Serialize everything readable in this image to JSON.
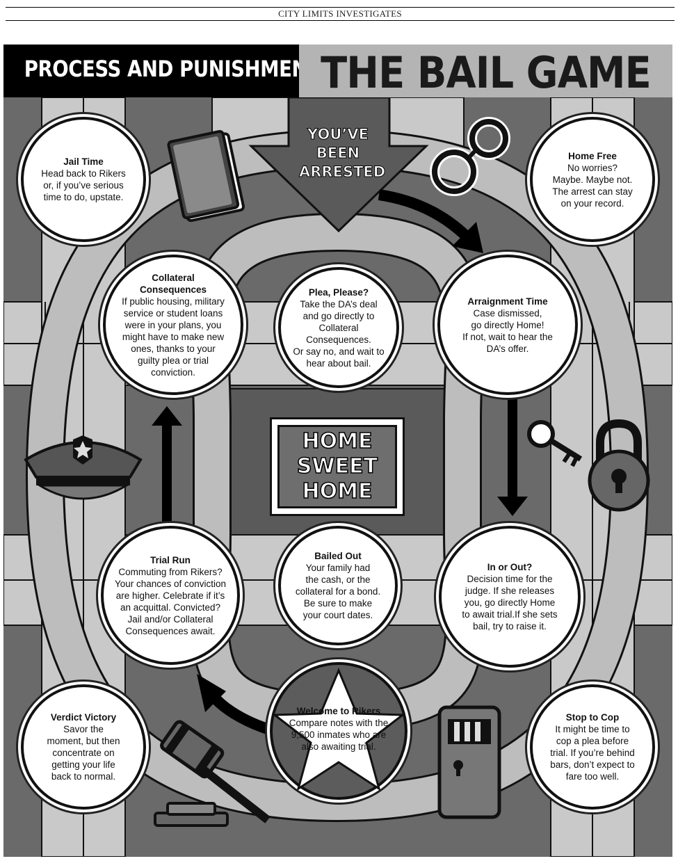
{
  "masthead": "CITY LIMITS INVESTIGATES",
  "header": {
    "section": "PROCESS AND PUNISHMENT",
    "title": "THE BAIL GAME"
  },
  "start_arrow": "YOU’VE\nBEEN\nARRESTED",
  "center_box": "HOME\nSWEET\nHOME",
  "spaces": {
    "jail_time": {
      "title": "Jail Time",
      "body": "Head back to Rikers\nor, if you’ve serious\ntime to do, upstate."
    },
    "home_free": {
      "title": "Home Free",
      "body": "No worries?\nMaybe. Maybe not.\nThe arrest can stay\non your record."
    },
    "collateral": {
      "title": "Collateral\nConsequences",
      "body": "If public housing, military\nservice or student loans\nwere in your plans, you\nmight have to make new\nones, thanks to your\nguilty plea or trial\nconviction."
    },
    "plea": {
      "title": "Plea, Please?",
      "body": "Take the DA’s deal\nand go directly to\nCollateral Consequences.\nOr say no, and wait to\nhear about bail."
    },
    "arraignment": {
      "title": "Arraignment Time",
      "body": "Case dismissed,\ngo directly Home!\nIf not, wait to hear the\nDA’s offer."
    },
    "trial_run": {
      "title": "Trial Run",
      "body": "Commuting from Rikers?\nYour chances of conviction\nare higher. Celebrate if it’s\nan acquittal. Convicted?\nJail and/or Collateral\nConsequences await."
    },
    "bailed_out": {
      "title": "Bailed Out",
      "body": "Your family had\nthe cash, or the\ncollateral for a bond.\nBe sure to make\nyour court dates."
    },
    "in_or_out": {
      "title": "In or Out?",
      "body": "Decision time for the\njudge. If she releases\nyou, go directly Home\nto await trial.If she sets\nbail, try to raise it."
    },
    "rikers": {
      "title": "Welcome to Rikers",
      "body": "Compare notes with the\n9,500 inmates who are\nalso awaiting trial."
    },
    "verdict": {
      "title": "Verdict Victory",
      "body": "Savor the\nmoment, but then\nconcentrate on\ngetting your life\nback to normal."
    },
    "stop_to_cop": {
      "title": "Stop to Cop",
      "body": "It might be time to\ncop a plea before\ntrial. If you’re behind\nbars, don’t expect to\nfare too well."
    }
  },
  "icons": [
    "book-icon",
    "handcuffs-icon",
    "police-cap-icon",
    "key-icon",
    "padlock-icon",
    "gavel-icon",
    "cell-door-icon",
    "star-icon"
  ]
}
